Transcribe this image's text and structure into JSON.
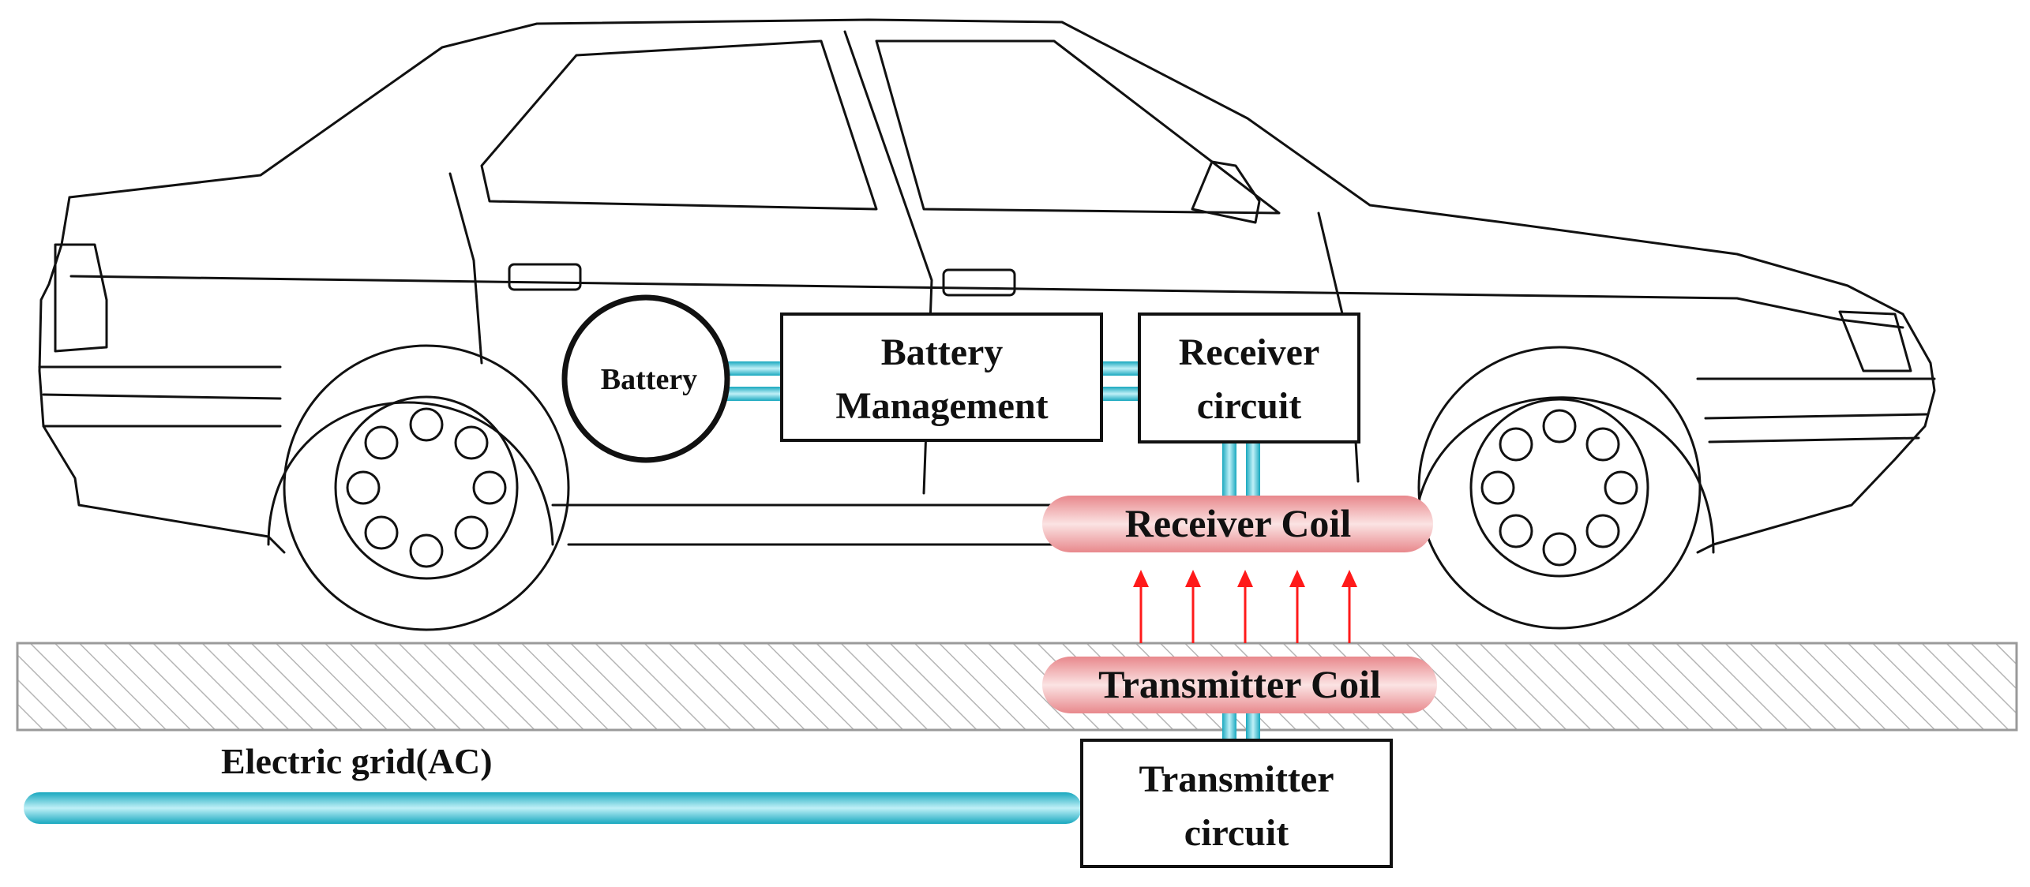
{
  "colors": {
    "cable": "#19a8bf",
    "cable_highlight": "#bff0f7",
    "coil_fill": "#e8888c",
    "coil_highlight": "#fbe3e3",
    "arrow": "#ff1a1a",
    "outline": "#111111",
    "ground_hatch": "#b5b5b5"
  },
  "components": {
    "battery": "Battery",
    "battery_management": [
      "Battery",
      "Management"
    ],
    "receiver_circuit": [
      "Receiver",
      "circuit"
    ],
    "receiver_coil": "Receiver Coil",
    "transmitter_coil": "Transmitter Coil",
    "transmitter_circuit": [
      "Transmitter",
      "circuit"
    ],
    "grid": "Electric grid(AC)"
  },
  "field_arrows": {
    "count": 5,
    "direction": "up"
  },
  "icons": [
    "car-outline-icon",
    "wheel-icon",
    "ground-hatch-icon"
  ]
}
